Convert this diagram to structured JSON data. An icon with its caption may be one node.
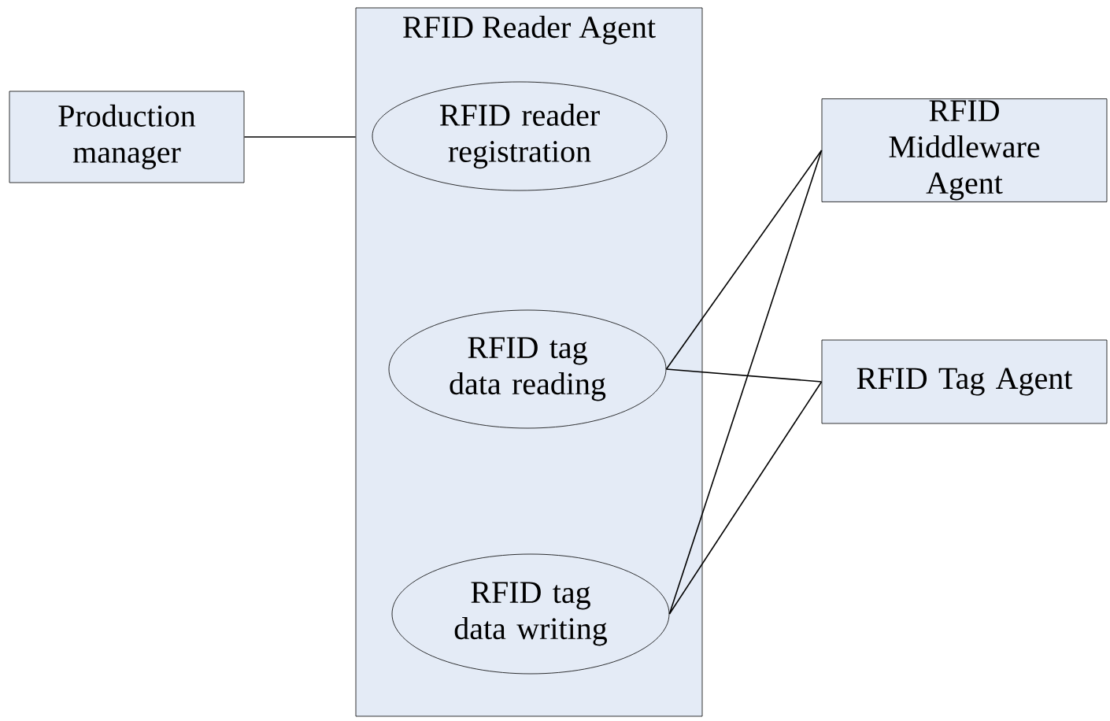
{
  "diagram": {
    "nodes": [
      {
        "text": [
          "Production manager"
        ]
      },
      {
        "text": [
          "RFID Reader Agent"
        ]
      },
      {
        "text": [
          "RFID reader registration"
        ],
        "in": 1
      },
      {
        "text": [
          "RFID tag data reading"
        ],
        "in": 1
      },
      {
        "text": [
          "RFID tag data writing"
        ],
        "in": 1
      },
      {
        "text": [
          "RFID Middleware Agent"
        ]
      },
      {
        "text": [
          "RFID Tag Agent"
        ]
      }
    ],
    "edges": [
      {
        "from": 0,
        "to": 1,
        "arrow": "none"
      },
      {
        "from": 3,
        "to": 5,
        "arrow": "none"
      },
      {
        "from": 3,
        "to": 6,
        "arrow": "none"
      },
      {
        "from": 4,
        "to": 5,
        "arrow": "none"
      },
      {
        "from": 4,
        "to": 6,
        "arrow": "none"
      }
    ]
  }
}
